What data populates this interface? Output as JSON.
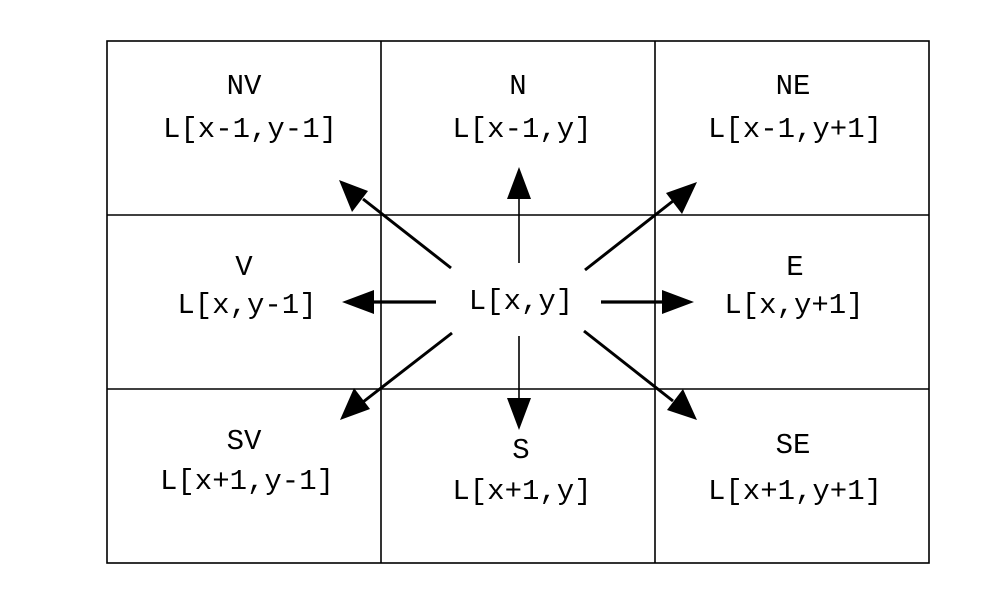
{
  "cells": {
    "nw": {
      "direction": "NV",
      "expression": "L[x-1,y-1]"
    },
    "n": {
      "direction": "N",
      "expression": "L[x-1,y]"
    },
    "ne": {
      "direction": "NE",
      "expression": "L[x-1,y+1]"
    },
    "w": {
      "direction": "V",
      "expression": "L[x,y-1]"
    },
    "center": {
      "expression": "L[x,y]"
    },
    "e": {
      "direction": "E",
      "expression": "L[x,y+1]"
    },
    "sw": {
      "direction": "SV",
      "expression": "L[x+1,y-1]"
    },
    "s": {
      "direction": "S",
      "expression": "L[x+1,y]"
    },
    "se": {
      "direction": "SE",
      "expression": "L[x+1,y+1]"
    }
  }
}
